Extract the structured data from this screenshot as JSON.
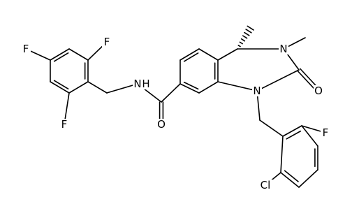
{
  "molecule": {
    "colors": {
      "bond": "#000000",
      "text": "#000000",
      "background": "#ffffff"
    },
    "atom_labels": {
      "f_top": "F",
      "f_left": "F",
      "f_bottom": "F",
      "nh": "N",
      "nh_h": "H",
      "o_amide": "O",
      "n1": "N",
      "n3": "N",
      "o_urea": "O",
      "f_benzyl": "F",
      "cl": "Cl"
    }
  }
}
